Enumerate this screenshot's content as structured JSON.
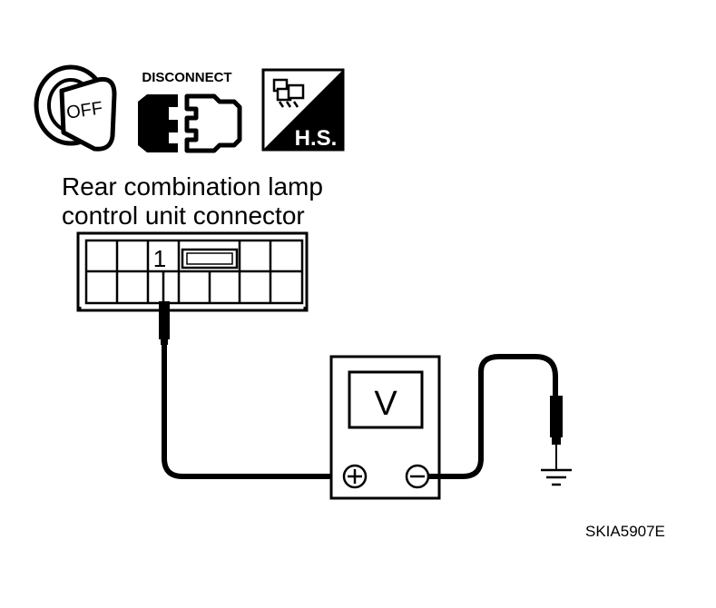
{
  "icons": {
    "ignition": {
      "icon": "ignition-key-off-icon",
      "text": "OFF"
    },
    "disconnect": {
      "icon": "connector-disconnect-icon",
      "text": "DISCONNECT"
    },
    "harness": {
      "icon": "harness-side-icon",
      "text": "H.S."
    }
  },
  "caption": {
    "line1": "Rear combination lamp",
    "line2": "control unit connector"
  },
  "connector": {
    "terminal": "1"
  },
  "meter": {
    "display": "V",
    "positive": "+",
    "negative": "−"
  },
  "ground": {
    "icon": "ground-symbol-icon"
  },
  "figure_code": "SKIA5907E"
}
